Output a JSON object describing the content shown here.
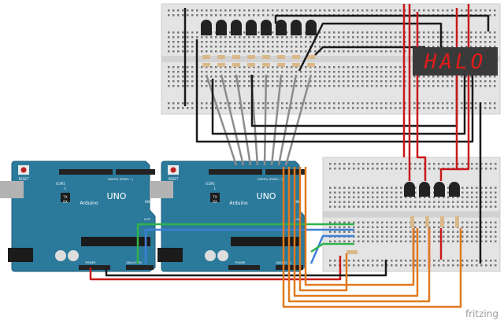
{
  "arduino": {
    "reset_label": "RESET",
    "icsp2_label": "ICSP2",
    "icsp_label": "ICSP",
    "brand": "Arduino",
    "model": "UNO",
    "digital_label": "DIGITAL (PWM=~)",
    "power_label": "POWER",
    "analog_label": "ANALOG IN",
    "on_label": "ON",
    "tx_label": "TX",
    "rx_label": "RX",
    "l_label": "L"
  },
  "display": {
    "text": "HALO",
    "color": "#e31b1b"
  },
  "watermark": "fritzing",
  "colors": {
    "board": "#2b7a9c",
    "breadboard": "#e4e4e4",
    "wire_black": "#1a1a1a",
    "wire_gray": "#8c8c8c",
    "wire_red": "#c8191b",
    "wire_orange": "#e07a1f",
    "wire_green": "#2fb34a",
    "wire_blue": "#3f7fd6"
  }
}
